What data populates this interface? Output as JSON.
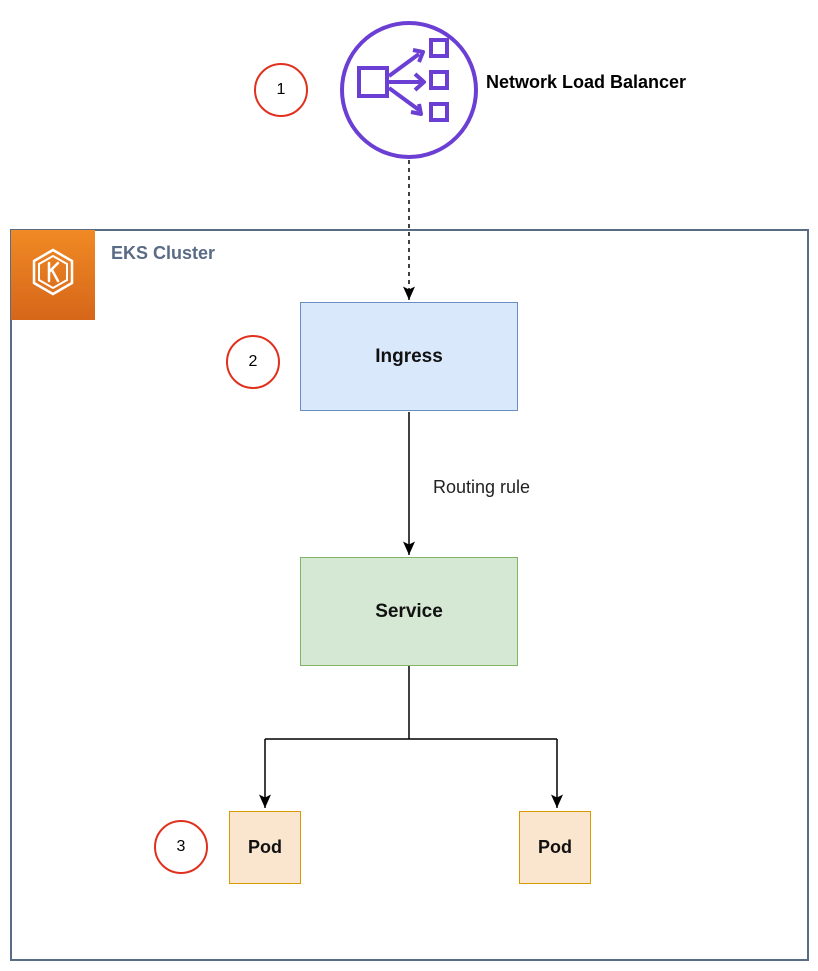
{
  "nlb": {
    "label": "Network Load Balancer",
    "icon": "network-load-balancer-icon",
    "color": "#6b3fd4"
  },
  "cluster": {
    "label": "EKS Cluster",
    "icon": "eks-kubernetes-icon",
    "border_color": "#5a6b86",
    "icon_color": "#e8791f"
  },
  "ingress": {
    "label": "Ingress",
    "fill": "#dae8fc",
    "stroke": "#6c8ebf"
  },
  "service": {
    "label": "Service",
    "fill": "#d5e8d4",
    "stroke": "#82b366"
  },
  "pods": [
    {
      "label": "Pod",
      "fill": "#fae5cf",
      "stroke": "#d79b00"
    },
    {
      "label": "Pod",
      "fill": "#fae5cf",
      "stroke": "#d79b00"
    }
  ],
  "edges": {
    "routing_label": "Routing rule"
  },
  "steps": [
    "1",
    "2",
    "3"
  ]
}
